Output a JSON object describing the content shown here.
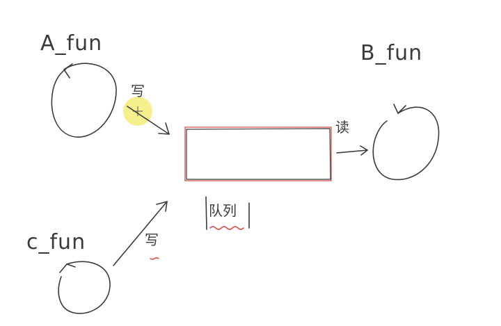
{
  "nodes": {
    "a_fun": {
      "label": "A_fun"
    },
    "b_fun": {
      "label": "B_fun"
    },
    "c_fun": {
      "label": "c_fun"
    },
    "queue": {
      "label": "队列"
    }
  },
  "edges": {
    "a_write": {
      "label": "写"
    },
    "c_write": {
      "label": "写"
    },
    "b_read": {
      "label": "读"
    }
  },
  "colors": {
    "ink": "#3a3a3a",
    "highlight": "#e0564f",
    "cursor": "#f4ec7a"
  }
}
